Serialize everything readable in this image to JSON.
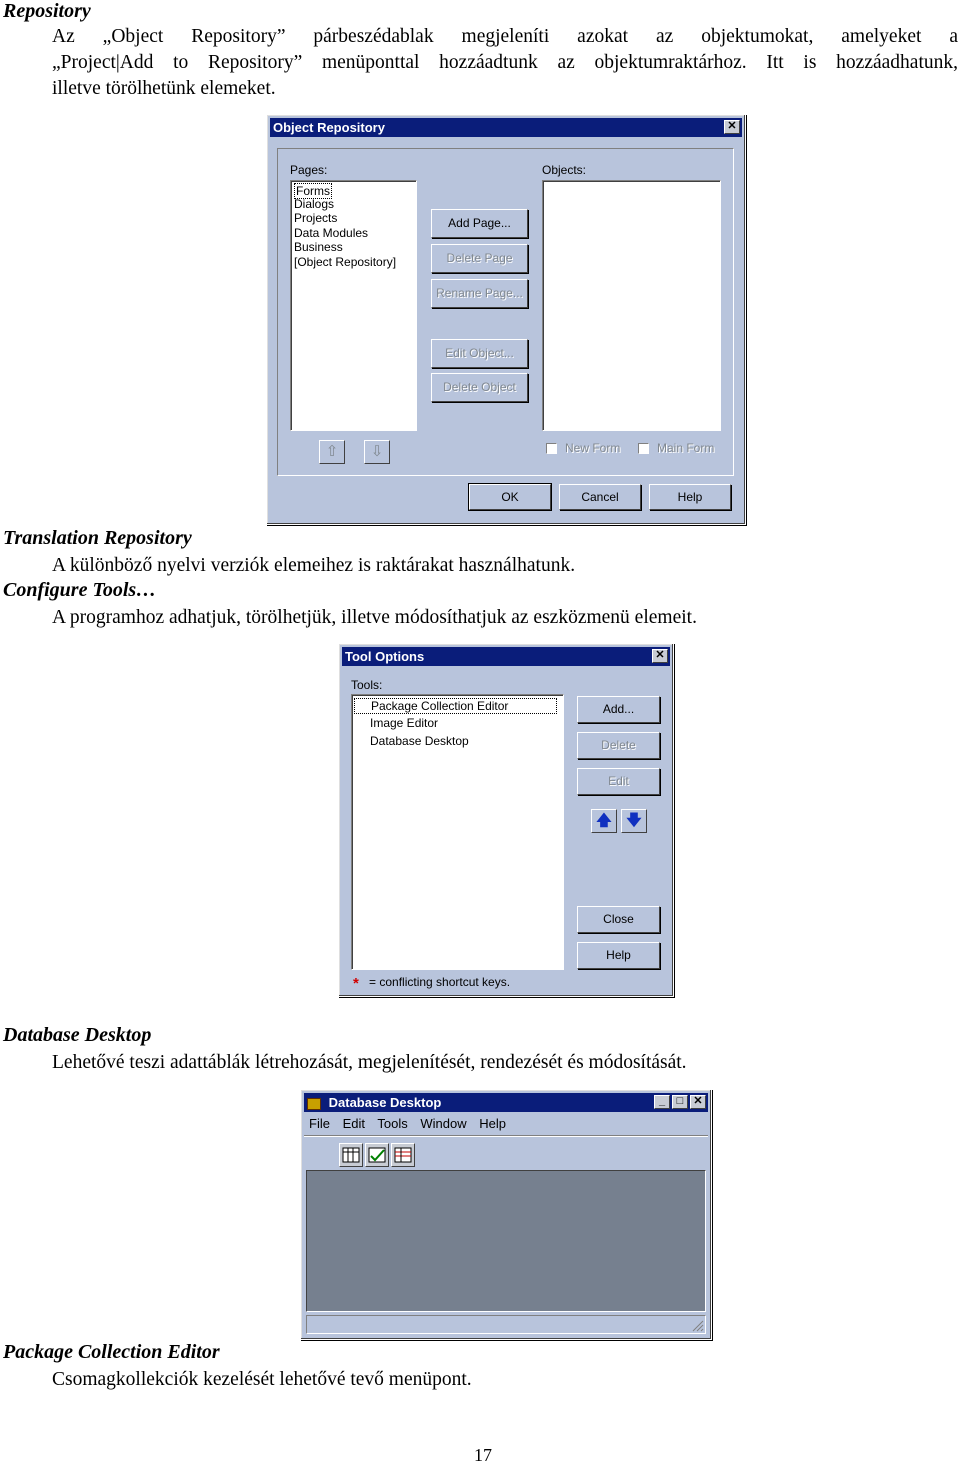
{
  "sections": {
    "repository": {
      "heading": "Repository",
      "line1": "Az „Object Repository” párbeszédablak megjeleníti azokat az objektumokat, amelyeket a",
      "line2": "„Project|Add to Repository” menüponttal hozzáadtunk az objektumraktárhoz. Itt is hozzáadhatunk,",
      "line3": "illetve törölhetünk elemeket."
    },
    "translation": {
      "heading": "Translation Repository",
      "body": "A különböző nyelvi verziók elemeihez is raktárakat használhatunk."
    },
    "configure": {
      "heading": "Configure Tools…",
      "body": "A programhoz adhatjuk, törölhetjük, illetve módosíthatjuk az eszközmenü elemeit."
    },
    "database": {
      "heading": "Database Desktop",
      "body": "Lehetővé teszi adattáblák létrehozását, megjelenítését, rendezését és módosítását."
    },
    "package": {
      "heading": "Package Collection Editor",
      "body": "Csomagkollekciók kezelését lehetővé tevő menüpont."
    }
  },
  "object_repository": {
    "title": "Object Repository",
    "pages_label": "Pages:",
    "objects_label": "Objects:",
    "pages": [
      "Forms",
      "Dialogs",
      "Projects",
      "Data Modules",
      "Business",
      "[Object Repository]"
    ],
    "add_page": "Add Page...",
    "delete_page": "Delete Page",
    "rename_page": "Rename Page...",
    "edit_object": "Edit Object...",
    "delete_object": "Delete Object",
    "new_form": "New Form",
    "main_form": "Main Form",
    "ok": "OK",
    "cancel": "Cancel",
    "help": "Help"
  },
  "tool_options": {
    "title": "Tool Options",
    "tools_label": "Tools:",
    "tools": [
      "Package Collection Editor",
      "Image Editor",
      "Database Desktop"
    ],
    "add": "Add...",
    "delete": "Delete",
    "edit": "Edit",
    "close": "Close",
    "help": "Help",
    "footnote_star": "*",
    "footnote": "= conflicting shortcut keys."
  },
  "database_desktop": {
    "title": "Database Desktop",
    "menu": [
      "File",
      "Edit",
      "Tools",
      "Window",
      "Help"
    ]
  },
  "page_number": "17",
  "icons": {
    "close": "close-icon",
    "minimize": "minimize-icon",
    "maximize": "maximize-icon",
    "up": "arrow-up-icon",
    "down": "arrow-down-icon"
  },
  "colors": {
    "dialog_bg": "#b8c4dc",
    "titlebar": "#0a1d7a",
    "desktop_bg": "#76808f"
  }
}
